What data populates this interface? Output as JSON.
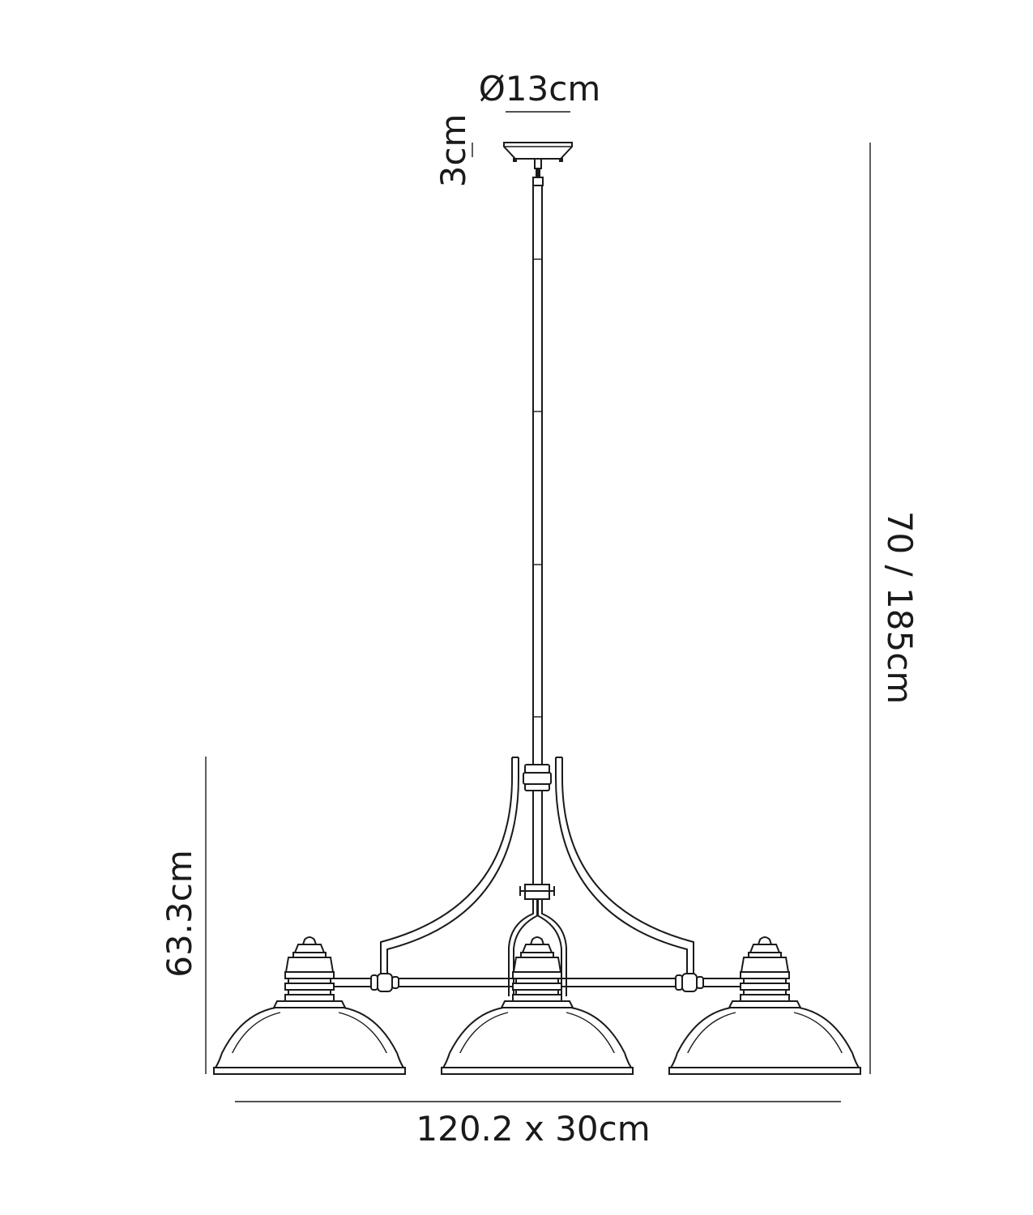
{
  "dimensions": {
    "canopy_diameter": "Ø13cm",
    "canopy_height": "3cm",
    "drop_height": "70 / 185cm",
    "fixture_height": "63.3cm",
    "width_depth": "120.2 x 30cm"
  },
  "colors": {
    "line": "#1a1a1a",
    "background": "#ffffff"
  }
}
